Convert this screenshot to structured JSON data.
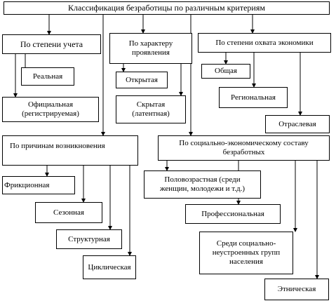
{
  "title": "Классификация безработицы по различным критериям",
  "by_accounting": {
    "header": "По степени учета",
    "items": [
      "Реальная",
      "Официальная\n(регистрируемая)"
    ]
  },
  "by_manifestation": {
    "header": "По характеру\nпроявления",
    "items": [
      "Открытая",
      "Скрытая\n(латентная)"
    ]
  },
  "by_coverage": {
    "header": "По степени охвата экономики",
    "items": [
      "Общая",
      "Региональная",
      "Отраслевая"
    ]
  },
  "by_causes": {
    "header": "По причинам возникновения",
    "items": [
      "Фрикционная",
      "Сезонная",
      "Структурная",
      "Циклическая"
    ]
  },
  "by_composition": {
    "header": "По социально-экономическому составу\nбезработных",
    "items": [
      "Половозрастная (среди\nженщин, молодежи и т.д.)",
      "Профессиональная",
      "Среди социально-\nнеустроенных групп\nнаселения",
      "Этническая"
    ]
  }
}
